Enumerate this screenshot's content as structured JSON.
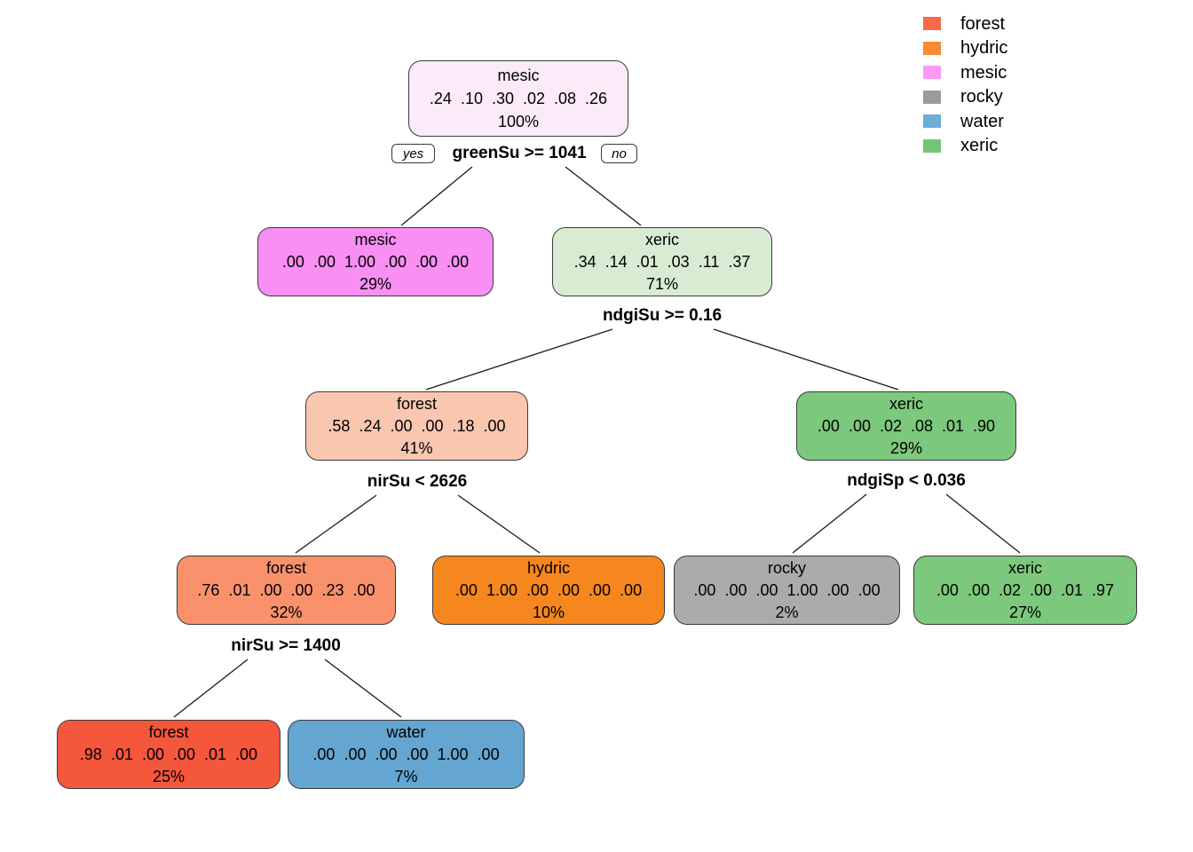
{
  "legend": {
    "items": [
      {
        "label": "forest",
        "color": "#F9694C"
      },
      {
        "label": "hydric",
        "color": "#F98B33"
      },
      {
        "label": "mesic",
        "color": "#FB9AF7"
      },
      {
        "label": "rocky",
        "color": "#9B9B9B"
      },
      {
        "label": "water",
        "color": "#6BAED6"
      },
      {
        "label": "xeric",
        "color": "#74C476"
      }
    ]
  },
  "splits": [
    {
      "condition": "greenSu >= 1041",
      "yes_label": "yes",
      "no_label": "no"
    },
    {
      "condition": "ndgiSu >= 0.16"
    },
    {
      "condition": "nirSu < 2626"
    },
    {
      "condition": "ndgiSp < 0.036"
    },
    {
      "condition": "nirSu >= 1400"
    }
  ],
  "nodes": [
    {
      "label": "mesic",
      "probs": ".24  .10  .30  .02  .08  .26",
      "percent": "100%",
      "color": "#FBEBF8"
    },
    {
      "label": "mesic",
      "probs": ".00  .00  1.00  .00  .00  .00",
      "percent": "29%",
      "color": "#F98EF3"
    },
    {
      "label": "xeric",
      "probs": ".34  .14  .01  .03  .11  .37",
      "percent": "71%",
      "color": "#D8ECD4"
    },
    {
      "label": "forest",
      "probs": ".58  .24  .00  .00  .18  .00",
      "percent": "41%",
      "color": "#F9C6AF"
    },
    {
      "label": "xeric",
      "probs": ".00  .00  .02  .08  .01  .90",
      "percent": "29%",
      "color": "#7CC87C"
    },
    {
      "label": "forest",
      "probs": ".76  .01  .00  .00  .23  .00",
      "percent": "32%",
      "color": "#F8916C"
    },
    {
      "label": "hydric",
      "probs": ".00  1.00  .00  .00  .00  .00",
      "percent": "10%",
      "color": "#F6871F"
    },
    {
      "label": "rocky",
      "probs": ".00  .00  .00  1.00  .00  .00",
      "percent": "2%",
      "color": "#ABABAB"
    },
    {
      "label": "xeric",
      "probs": ".00  .00  .02  .00  .01  .97",
      "percent": "27%",
      "color": "#7CC87C"
    },
    {
      "label": "forest",
      "probs": ".98  .01  .00  .00  .01  .00",
      "percent": "25%",
      "color": "#F5573D"
    },
    {
      "label": "water",
      "probs": ".00  .00  .00  .00  1.00  .00",
      "percent": "7%",
      "color": "#64A5D1"
    }
  ]
}
